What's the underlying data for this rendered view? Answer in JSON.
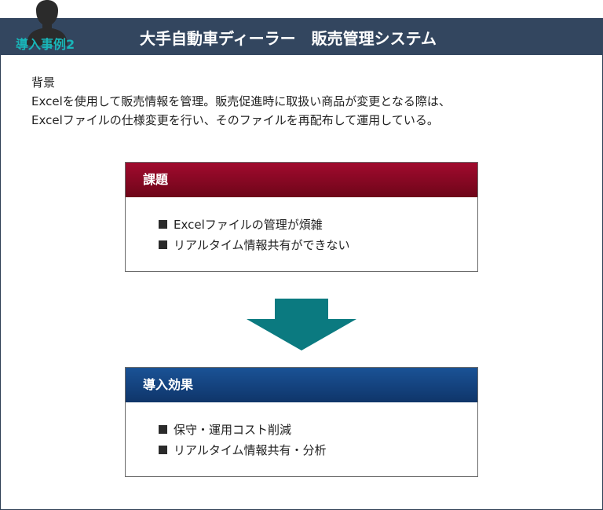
{
  "header": {
    "case_label": "導入事例2",
    "title": "大手自動車ディーラー　販売管理システム"
  },
  "background": {
    "heading": "背景",
    "lines": [
      "Excelを使用して販売情報を管理。販売促進時に取扱い商品が変更となる際は、",
      "Excelファイルの仕様変更を行い、そのファイルを再配布して運用している。"
    ]
  },
  "issues": {
    "title": "課題",
    "items": [
      "Excelファイルの管理が煩雑",
      "リアルタイム情報共有ができない"
    ]
  },
  "effects": {
    "title": "導入効果",
    "items": [
      "保守・運用コスト削減",
      "リアルタイム情報共有・分析"
    ]
  },
  "colors": {
    "header_bar": "#33465f",
    "case_label": "#19b5b8",
    "issue_header": "#8b0a26",
    "effect_header": "#164a8a",
    "arrow": "#0b7a80"
  },
  "icons": {
    "avatar": "person-silhouette-icon",
    "bullet": "square-bullet-icon",
    "arrow": "arrow-down-icon"
  }
}
